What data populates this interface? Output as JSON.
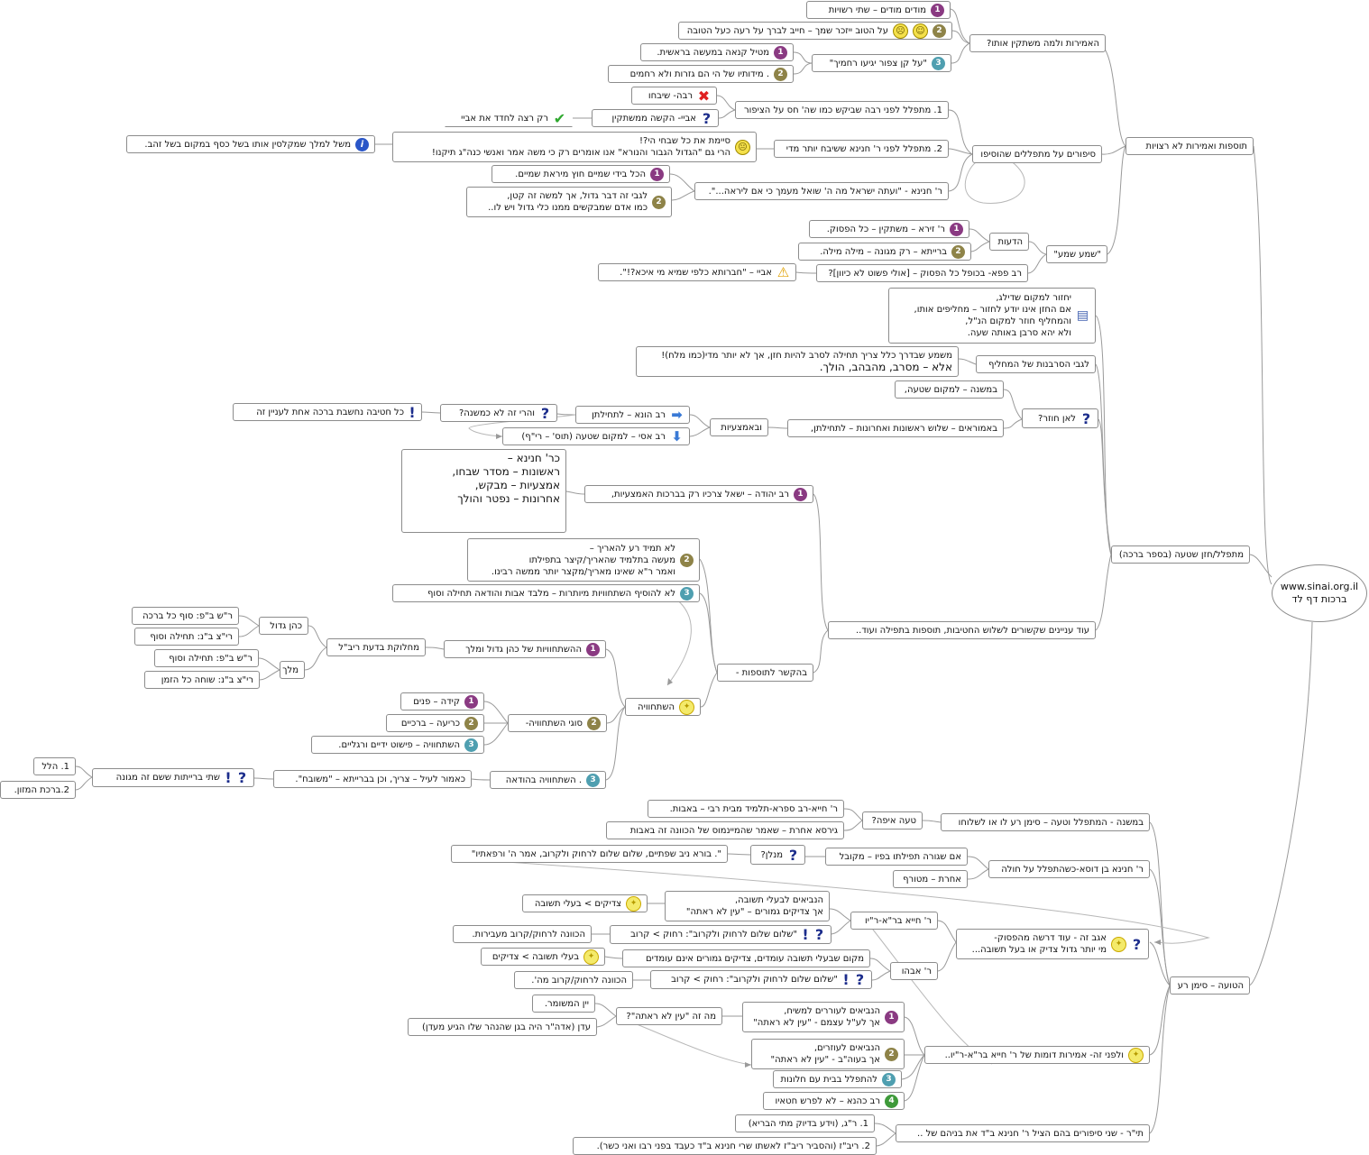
{
  "title": "",
  "nodes": {
    "root": {
      "lines": [
        "www.sinai.org.il",
        "ברכות דף לד"
      ]
    },
    "tosafot": {
      "text": "תוספות ואמירות לא רצויות"
    },
    "amirot": {
      "text": "האמירות ולמה משתקין אותו?"
    },
    "modim": {
      "text": "מודים מודים – שתי רשויות",
      "icon": "number-1-icon"
    },
    "al_hatov": {
      "text": "על הטוב ייזכר שמך – חייב לברך על רעה כעל הטובה",
      "icon": "number-2-icon",
      "extra_icons": [
        "smile-icon",
        "frown-icon"
      ]
    },
    "al_kan": {
      "text": "\"על קן צפור יגיעו רחמיך\"",
      "icon": "number-3-icon"
    },
    "metil": {
      "text": "מטיל קנאה במעשה בראשית.",
      "icon": "number-1-icon"
    },
    "midotav": {
      "text": ". מידותיו של הי הם גזרות ולא רחמים",
      "icon": "number-2-icon"
    },
    "sipurim": {
      "text": "סיפורים על מתפללים שהוסיפו"
    },
    "rabba": {
      "text": "1. מתפלל לפני רבה שביקש כמו שה' חס על הציפור"
    },
    "rabba_shibach": {
      "text": "רבה- שיבחו",
      "icon": "x-icon"
    },
    "abaye_q": {
      "text": "אביי- הקשה ממשתקין",
      "icon": "question-icon"
    },
    "rak_retza": {
      "text": "רק רצה לחדד את אביי",
      "icon": "checkmark-icon"
    },
    "r_chanina_2": {
      "text": "2. מתפלל לפני ר' חנינא ששיבח יותר מדי"
    },
    "siyamta": {
      "lines": [
        "סיימת את כל שבחי הי?!",
        "הרי גם \"הגדול הגבור והנורא\" אנו אומרים רק כי משה אמר ואנשי כנה\"ג תיקנו!"
      ],
      "icon": "neutral-face-icon"
    },
    "mashal": {
      "text": "משל למלך שמקלסין אותו בשל כסף במקום בשל זהב.",
      "icon": "info-icon"
    },
    "r_chanina_yiraa": {
      "text": "ר' חנינא - \"ועתה ישראל מה ה' שואל מעמך כי אם ליראה...\"."
    },
    "hakol_biydei": {
      "text": "הכל בידי שמיים חוץ מיראת שמיים.",
      "icon": "number-1-icon"
    },
    "lgabei_moshe": {
      "lines": [
        "לגבי זה דבר גדול, אך למשה זה קטן,",
        "כמו אדם שמבקשים ממנו כלי גדול ויש לו.."
      ],
      "icon": "number-2-icon"
    },
    "shema": {
      "text": "\"שמע שמע\""
    },
    "hadeot": {
      "text": "הדעות"
    },
    "r_zeira": {
      "text": "ר' זירא – משתקין – כל הפסוק.",
      "icon": "number-1-icon"
    },
    "braita": {
      "text": "ברייתא – רק מגונה – מילה מילה.",
      "icon": "number-2-icon"
    },
    "rav_papa": {
      "text": "רב פפא- בכופל כל הפסוק – [אולי פשוט לא כיוון]?"
    },
    "abaye_chavruta": {
      "text": "אביי – \"חברותא כלפי שמיא מי איכא?!\".",
      "icon": "warning-icon"
    },
    "yachzor_note": {
      "lines": [
        "יחזור למקום שדילג,",
        "אם החזן אינו יודע לחזור – מחליפים אותו,",
        "והמחליף חוזר למקום הנ\"ל,",
        "ולא יהא סרבן באותה שעה."
      ],
      "icon": "note-icon"
    },
    "metapel": {
      "text": "מתפלל/חזן שטעה (בספר ברכה)"
    },
    "serbanut": {
      "text": "לגבי הסרבנות של המחליף"
    },
    "mashma": {
      "lines": [
        "משמע שבדרך כלל צריך תחילה לסרב להיות חזן, אך לא יותר מדי(כמו מלח)!",
        "אלא – מסרב, מהבהב, הולך."
      ]
    },
    "lean_chozer": {
      "text": "לאן חוזר?",
      "icon": "question-icon"
    },
    "bamishna": {
      "text": "במשנה – למקום שטעה,"
    },
    "baamoraim": {
      "text": "באמוראים – שלוש ראשונות ואחרונות – לתחילתן,"
    },
    "uvaemtzaiyot": {
      "text": "ובאמצעיות"
    },
    "rav_huna": {
      "text": "רב הונא – לתחילתן",
      "icon": "arrow-right-icon"
    },
    "harei_ze": {
      "text": "והרי זה לא כמשנה?",
      "icon": "question-icon"
    },
    "kol_bracha": {
      "text": "כל חטיבה נחשבת ברכה אחת לעניין זה",
      "icon": "exclamation-icon"
    },
    "rav_asi": {
      "text": "רב אסי – למקום שטעה (תוס' – רי\"ף)",
      "icon": "arrow-down-icon"
    },
    "od_inyanim": {
      "text": "עוד עניינים שקשורים לשלוש החטיבות, תוספות בתפילה ועוד.."
    },
    "rav_yehuda": {
      "text": "רב יהודה – ישאל צרכיו רק בברכות האמצעיות,",
      "icon": "number-1-icon"
    },
    "kar_chanina": {
      "lines": [
        "כר' חנינא –",
        "ראשונות – מסדר שבחו,",
        "אמצעיות – מבקש,",
        "אחרונות – נפטר והולך"
      ]
    },
    "lo_tamid": {
      "lines": [
        "לא תמיד רע להאריך –",
        "מעשה בתלמיד שהאריך/קיצר בתפילתו",
        "ואמר ר\"א שאינו מאריך/מקצר יותר ממשה רבינו."
      ],
      "icon": "number-2-icon"
    },
    "lo_lhosif": {
      "text": "לא להוסיף השתחוויות מיותרות – מלבד אבות והודאה תחילה וסוף",
      "icon": "number-3-icon"
    },
    "bekesher": {
      "text": "בהקשר לתוספות -"
    },
    "hishtachavayot_kohen": {
      "text": "ההשתחוויות של כהן גדול ומלך",
      "icon": "number-1-icon"
    },
    "machloket": {
      "text": "מחלוקת בדעת ריב\"ל"
    },
    "kohen_gadol": {
      "text": "כהן גדול"
    },
    "resh_kg": {
      "text": "ר\"ש ב\"פ: סוף כל ברכה"
    },
    "rit_kg": {
      "text": "רי\"צ ב\"נ: תחילה וסוף"
    },
    "melech": {
      "text": "מלך"
    },
    "resh_m": {
      "text": "ר\"ש ב\"פ: תחילה וסוף"
    },
    "rit_m": {
      "text": "רי\"צ ב\"נ: שוחה כל הזמן"
    },
    "hishtachavaya": {
      "text": "השתחוויה",
      "icon": "lightbulb-icon"
    },
    "sugei": {
      "text": "סוגי השתחוויה-",
      "icon": "number-2-icon"
    },
    "kida": {
      "text": "קידה – פנים",
      "icon": "number-1-icon"
    },
    "kria": {
      "text": "כריעה – ברכיים",
      "icon": "number-2-icon"
    },
    "hishtachavaya_pishut": {
      "text": "השתחוויה – פישוט ידיים ורגליים.",
      "icon": "number-3-icon"
    },
    "bhodaa": {
      "text": ". השתחוויה בהודאה",
      "icon": "number-3-icon"
    },
    "kaamor": {
      "text": "כאמור לעיל – צריך, וכן בברייתא – \"משובח\"."
    },
    "shtei_braitot": {
      "text": "שתי ברייתות ששם זה מגונה",
      "icons": [
        "exclamation-icon",
        "question-icon"
      ]
    },
    "hallel": {
      "text": "1. הלל"
    },
    "birkat_hamazon": {
      "text": "2.ברכת המזון."
    },
    "hatoe": {
      "text": "הטועה – סימן רע"
    },
    "bamishna_simon": {
      "text": "במשנה - המתפלל וטעה – סימן רע לו או לשלוחו"
    },
    "taut_eifa": {
      "text": "טעה איפה?"
    },
    "r_chiya": {
      "text": "ר' חייא-רב ספרא-תלמיד מבית רבי – באבות."
    },
    "girsa": {
      "text": "גירסא אחרת – שאמר שהמיינמוס של הכוונה זה באבות"
    },
    "r_chanina_dosa": {
      "text": "ר' חנינא בן דוסא-כשהתפלל על חולה"
    },
    "im_shgura": {
      "text": "אם שגורה תפילתו בפיו – מקובל"
    },
    "achrat": {
      "text": "אחרת – מטורף"
    },
    "minayin": {
      "text": "מנלן?",
      "icon": "question-icon"
    },
    "bore_niv": {
      "text": "\". בורא ניב שפתיים, שלום שלום לרחוק ולקרוב, אמר ה' ורפאתיו\""
    },
    "agav": {
      "lines": [
        "אגב זה - עוד דרשה מהפסוק-",
        "מי יותר גדול צדיק או בעל תשובה..."
      ],
      "icons": [
        "question-icon",
        "lightbulb-icon"
      ]
    },
    "r_chiya_bar_abba": {
      "text": "ר' חייא בר\"א-ר\"יו"
    },
    "hanviim_baalei": {
      "lines": [
        "הנביאים לבעלי תשובה,",
        "אך צדיקים גמורים – \"עין לא ראתה\""
      ]
    },
    "tzadikim_baalei": {
      "text": "צדיקים > בעלי תשובה",
      "icon": "lightbulb-icon"
    },
    "shalom_rachok_karov": {
      "text": "\"שלום שלום לרחוק ולקרוב\": רחוק > קרוב",
      "icons": [
        "question-icon",
        "exclamation-icon"
      ]
    },
    "hakavana_rachok": {
      "text": "הכוונה לרחוק/קרוב מעבירות."
    },
    "r_abahu": {
      "text": "ר' אבהו"
    },
    "makom_baalei": {
      "text": "מקום שבעלי תשובה עומדים, צדיקים גמורים אינם עומדים"
    },
    "baalei_tzadikim": {
      "text": "בעלי תשובה > צדיקים",
      "icon": "lightbulb-icon"
    },
    "shalom2": {
      "text": "\"שלום שלום לרחוק ולקרוב\": רחוק > קרוב",
      "icons": [
        "question-icon",
        "exclamation-icon"
      ]
    },
    "hakavana2": {
      "text": "הכוונה לרחוק/קרוב מה'."
    },
    "lifnei_ze": {
      "text": "ולפני זה- אמירות דומות של ר' חייא בר\"א-ר\"יו..",
      "icon": "lightbulb-icon"
    },
    "hanviim_lemashiach": {
      "lines": [
        "הנביאים לעוררים למשיח,",
        "אך לע\"ל עצמם - \"עין לא ראתה\""
      ],
      "icon": "number-1-icon"
    },
    "ma_ze_ayin": {
      "text": "מה זה \"עין לא ראתה\"?"
    },
    "yayin": {
      "text": "יין המשומר."
    },
    "eden": {
      "text": "עדן (אדה\"ר היה בגן שהנהר שלו הגיע מעדן)"
    },
    "hanviim_lebaalei": {
      "lines": [
        "הנביאים לעוזרים,",
        "אך בעוה\"ב - \"עין לא ראתה\""
      ],
      "icon": "number-2-icon"
    },
    "lhitpalel_chalonot": {
      "text": "להתפלל בבית עם חלונות",
      "icon": "number-3-icon"
    },
    "rav_kahana": {
      "text": "רב כהנא – לא לפרש חטאיו",
      "icon": "number-4-icon"
    },
    "tir": {
      "text": "תי\"ר - שני סיפורים בהם הציל ר' חנינא ב\"ד את בניהם של .."
    },
    "rn_yodea": {
      "text": "1. ר\"ג, (וידע בדיוק מתי הבריא)"
    },
    "rybz": {
      "text": "2. ריב\"ז (והסביר ריב\"ז לאשתו שרי חנינא ב\"ד כעבד בפני רבו ואני כשר)."
    }
  }
}
